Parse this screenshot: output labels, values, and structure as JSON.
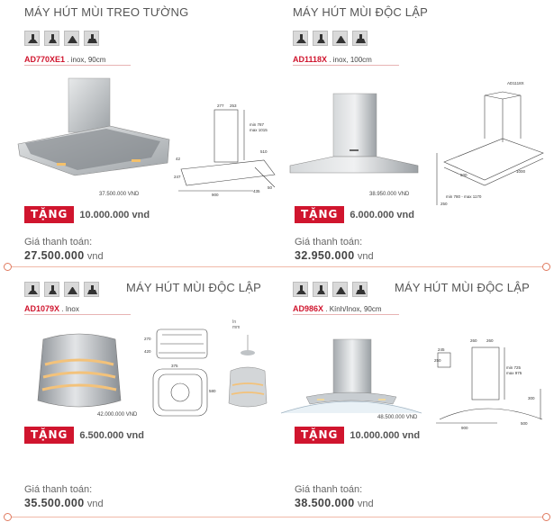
{
  "products": [
    {
      "title": "MÁY HÚT MÙI TREO TƯỜNG",
      "model": "AD770XE1",
      "spec": ". inox, 90cm",
      "price": "37.500.000 VND",
      "gift_badge": "TẶNG",
      "gift_amount": "10.000.000 vnd",
      "pay_label": "Giá thanh toán:",
      "pay_value": "27.500.000",
      "pay_unit": "vnd",
      "icons": [
        "hood-icon",
        "hood-icon",
        "hood-icon",
        "hood-icon"
      ]
    },
    {
      "title": "MÁY HÚT MÙI ĐỘC LẬP",
      "model": "AD1118X",
      "spec": ". inox, 100cm",
      "price": "38.950.000 VND",
      "gift_badge": "TẶNG",
      "gift_amount": "6.000.000 vnd",
      "pay_label": "Giá thanh toán:",
      "pay_value": "32.950.000",
      "pay_unit": "vnd",
      "icons": [
        "hood-icon",
        "hood-icon",
        "hood-icon",
        "hood-icon"
      ]
    },
    {
      "title": "MÁY HÚT MÙI ĐỘC LẬP",
      "model": "AD1079X",
      "spec": ". Inox",
      "price": "42.000.000 VND",
      "gift_badge": "TẶNG",
      "gift_amount": "6.500.000 vnd",
      "pay_label": "Giá thanh toán:",
      "pay_value": "35.500.000",
      "pay_unit": "vnd",
      "icons": [
        "hood-icon",
        "hood-icon",
        "hood-icon",
        "hood-icon"
      ],
      "note": "In mm"
    },
    {
      "title": "MÁY HÚT MÙI ĐỘC LẬP",
      "model": "AD986X",
      "spec": ". Kính/Inox, 90cm",
      "price": "48.500.000 VND",
      "gift_badge": "TẶNG",
      "gift_amount": "10.000.000 vnd",
      "pay_label": "Giá thanh toán:",
      "pay_value": "38.500.000",
      "pay_unit": "vnd",
      "icons": [
        "hood-icon",
        "hood-icon",
        "hood-icon",
        "hood-icon"
      ]
    }
  ],
  "colors": {
    "accent": "#d0152e",
    "divider": "#f0b9a8",
    "steel": "#b8bcc0"
  }
}
